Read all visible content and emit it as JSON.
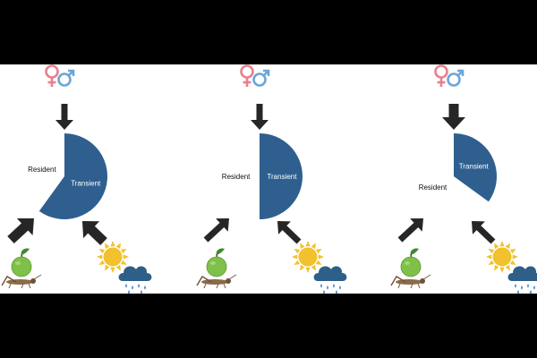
{
  "colors": {
    "resident": "#5b7c2a",
    "transient": "#2f5f8f",
    "female_symbol": "#e8808f",
    "male_symbol": "#6aa6d8",
    "arrow": "#262626",
    "sun": "#f2c12e",
    "cloud": "#2e5f88",
    "rain": "#4f8ec9",
    "apple": "#7fc04a",
    "leaf": "#3f8a2e",
    "grasshopper": "#8b6a4a"
  },
  "icons": [
    "sex-symbols-icon",
    "apple-icon",
    "grasshopper-icon",
    "sun-icon",
    "rain-cloud-icon"
  ],
  "panels": [
    {
      "resident_label": "Resident",
      "transient_label": "Transient",
      "transient_fraction": 0.6,
      "arrow_weights": {
        "top": "small",
        "left": "large",
        "right": "large"
      }
    },
    {
      "resident_label": "Resident",
      "transient_label": "Transient",
      "transient_fraction": 0.5,
      "arrow_weights": {
        "top": "small",
        "left": "small",
        "right": "small"
      }
    },
    {
      "resident_label": "Resident",
      "transient_label": "Transient",
      "transient_fraction": 0.35,
      "arrow_weights": {
        "top": "large",
        "left": "small",
        "right": "small"
      }
    }
  ]
}
